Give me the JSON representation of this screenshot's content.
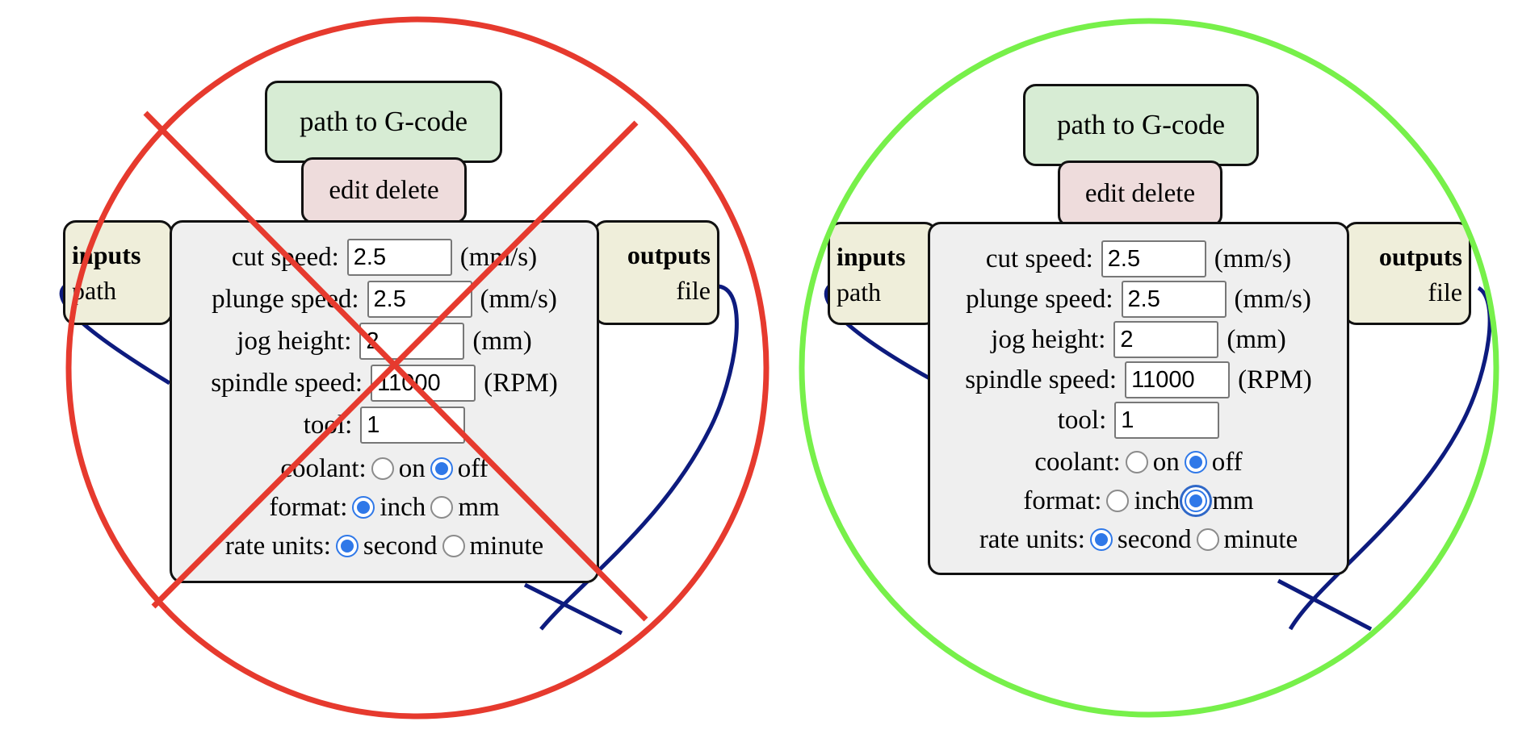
{
  "colors": {
    "bad_ring": "#e63a2e",
    "good_ring": "#77f04a",
    "wire": "#0d1b7e",
    "title_bg": "#d7ecd4",
    "edit_bg": "#eedcdc",
    "io_bg": "#efeeda",
    "main_bg": "#efefef",
    "radio_accent": "#2f78e8"
  },
  "panels": {
    "left": {
      "status_icon": "x-cross-icon",
      "node": {
        "title": "path to G-code",
        "edit_label": "edit",
        "delete_label": "delete",
        "inputs": {
          "header": "inputs",
          "port": "path"
        },
        "outputs": {
          "header": "outputs",
          "port": "file"
        },
        "fields": [
          {
            "label": "cut speed:",
            "value": "2.5",
            "unit": "(mm/s)"
          },
          {
            "label": "plunge speed:",
            "value": "2.5",
            "unit": "(mm/s)"
          },
          {
            "label": "jog height:",
            "value": "2",
            "unit": "(mm)"
          },
          {
            "label": "spindle speed:",
            "value": "11000",
            "unit": "(RPM)"
          },
          {
            "label": "tool:",
            "value": "1",
            "unit": ""
          }
        ],
        "coolant": {
          "label": "coolant:",
          "options": [
            "on",
            "off"
          ],
          "selected": "off"
        },
        "format": {
          "label": "format:",
          "options": [
            "inch",
            "mm"
          ],
          "selected": "inch"
        },
        "rate_units": {
          "label": "rate units:",
          "options": [
            "second",
            "minute"
          ],
          "selected": "second"
        }
      }
    },
    "right": {
      "status_icon": "check-ring-icon",
      "node": {
        "title": "path to G-code",
        "edit_label": "edit",
        "delete_label": "delete",
        "inputs": {
          "header": "inputs",
          "port": "path"
        },
        "outputs": {
          "header": "outputs",
          "port": "file"
        },
        "fields": [
          {
            "label": "cut speed:",
            "value": "2.5",
            "unit": "(mm/s)"
          },
          {
            "label": "plunge speed:",
            "value": "2.5",
            "unit": "(mm/s)"
          },
          {
            "label": "jog height:",
            "value": "2",
            "unit": "(mm)"
          },
          {
            "label": "spindle speed:",
            "value": "11000",
            "unit": "(RPM)"
          },
          {
            "label": "tool:",
            "value": "1",
            "unit": ""
          }
        ],
        "coolant": {
          "label": "coolant:",
          "options": [
            "on",
            "off"
          ],
          "selected": "off"
        },
        "format": {
          "label": "format:",
          "options": [
            "inch",
            "mm"
          ],
          "selected": "mm"
        },
        "rate_units": {
          "label": "rate units:",
          "options": [
            "second",
            "minute"
          ],
          "selected": "second"
        }
      }
    }
  }
}
